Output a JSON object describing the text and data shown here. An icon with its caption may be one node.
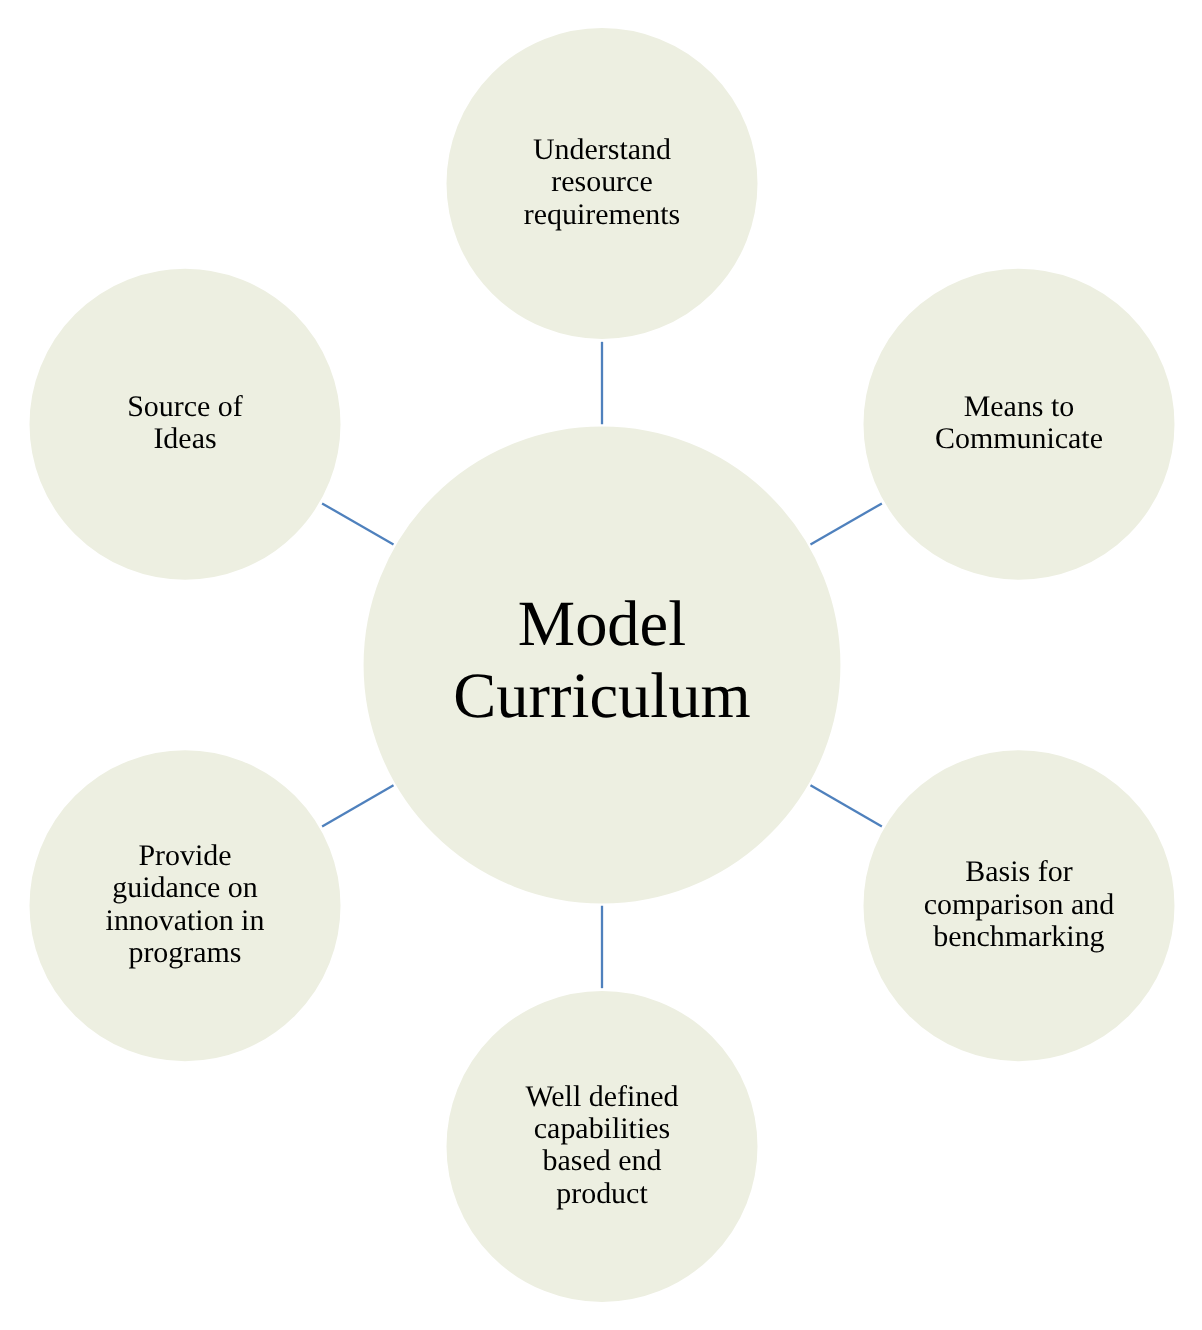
{
  "diagram": {
    "nodes": [
      {
        "text": [
          "Means to Communicate"
        ]
      },
      {
        "text": [
          "Understand resource requirements"
        ]
      },
      {
        "text": [
          "Source of Ideas"
        ]
      },
      {
        "text": [
          "Model Curriculum"
        ]
      },
      {
        "text": [
          "Provide guidance on innovation in programs"
        ]
      },
      {
        "text": [
          "Well defined capabilities based end product"
        ]
      },
      {
        "text": [
          "Basis for comparison and benchmarking"
        ]
      }
    ],
    "edges": [
      {
        "from": 3,
        "to": 0,
        "arrow": "none"
      },
      {
        "from": 3,
        "to": 2,
        "arrow": "none"
      },
      {
        "from": 3,
        "to": 5,
        "arrow": "none"
      },
      {
        "from": 3,
        "to": 6,
        "arrow": "none"
      },
      {
        "from": 3,
        "to": 4,
        "arrow": "none"
      },
      {
        "from": 3,
        "to": 1,
        "arrow": "none"
      }
    ]
  }
}
